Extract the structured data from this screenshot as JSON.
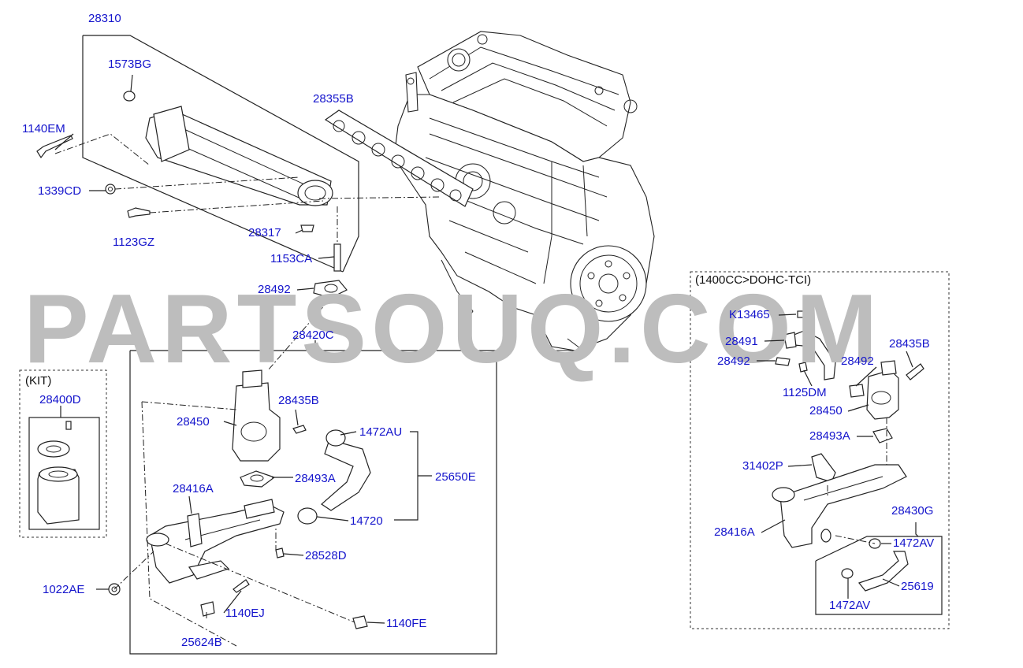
{
  "watermark": "PARTSOUQ.COM",
  "groups": {
    "kit": "(KIT)",
    "tci": "(1400CC>DOHC-TCI)"
  },
  "parts": {
    "p28310": "28310",
    "p1573BG": "1573BG",
    "p28355B": "28355B",
    "p1140EM": "1140EM",
    "p1339CD": "1339CD",
    "p1123GZ": "1123GZ",
    "p28317": "28317",
    "p1153CA": "1153CA",
    "p28492_main": "28492",
    "p28420C": "28420C",
    "p28400D": "28400D",
    "p28450_main": "28450",
    "p28435B_main": "28435B",
    "p1472AU": "1472AU",
    "p25650E": "25650E",
    "p28493A_main": "28493A",
    "p28416A_main": "28416A",
    "p14720": "14720",
    "p28528D": "28528D",
    "p1022AE": "1022AE",
    "p1140EJ": "1140EJ",
    "p1140FE": "1140FE",
    "p25624B": "25624B",
    "pK13465": "K13465",
    "p28491": "28491",
    "p28492_tci_a": "28492",
    "p28492_tci_b": "28492",
    "p28435B_tci": "28435B",
    "p1125DM": "1125DM",
    "p28450_tci": "28450",
    "p28493A_tci": "28493A",
    "p31402P": "31402P",
    "p28416A_tci": "28416A",
    "p28430G": "28430G",
    "p1472AV_a": "1472AV",
    "p25619": "25619",
    "p1472AV_b": "1472AV"
  }
}
